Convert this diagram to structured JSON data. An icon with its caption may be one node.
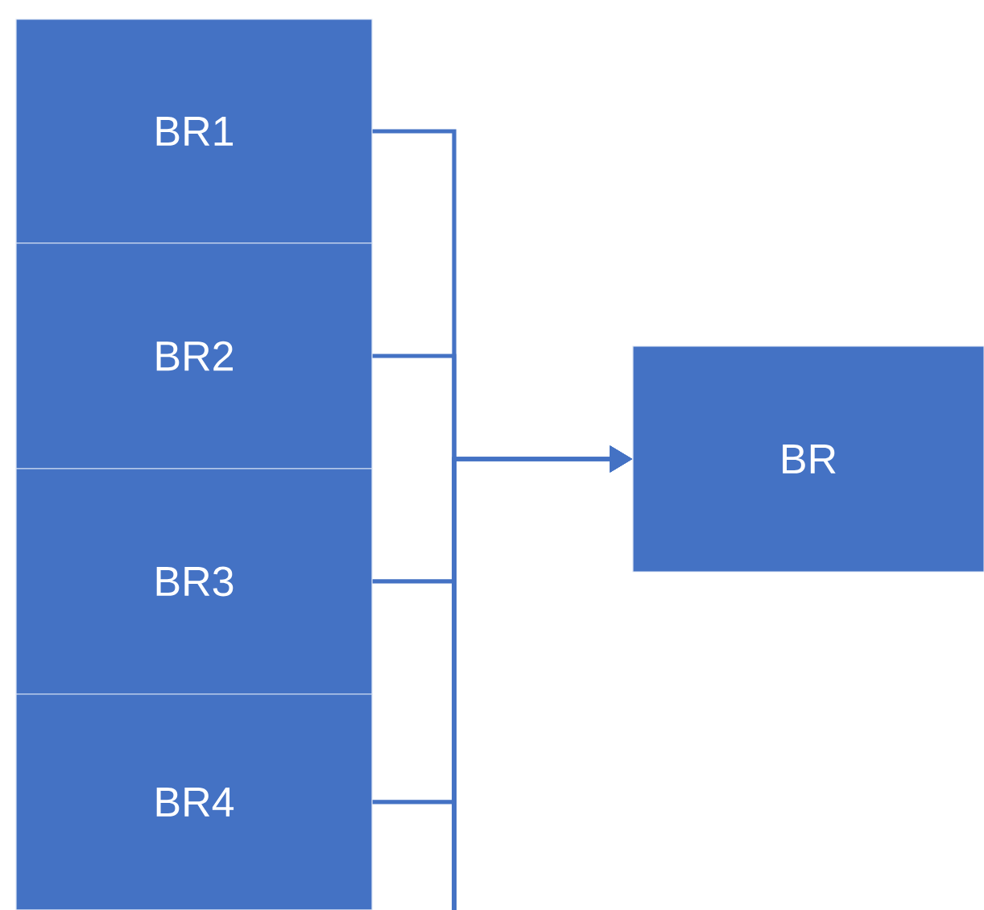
{
  "diagram": {
    "nodes": [
      {
        "text": [
          "BR1"
        ]
      },
      {
        "text": [
          "BR2"
        ]
      },
      {
        "text": [
          "BR3"
        ]
      },
      {
        "text": [
          "BR4"
        ]
      },
      {
        "text": [
          "BR"
        ]
      }
    ],
    "edges": [
      {
        "from": 0,
        "to": 4,
        "arrow": "to"
      },
      {
        "from": 1,
        "to": 4,
        "arrow": "to"
      },
      {
        "from": 2,
        "to": 4,
        "arrow": "to"
      },
      {
        "from": 3,
        "to": 4,
        "arrow": "to"
      }
    ]
  }
}
